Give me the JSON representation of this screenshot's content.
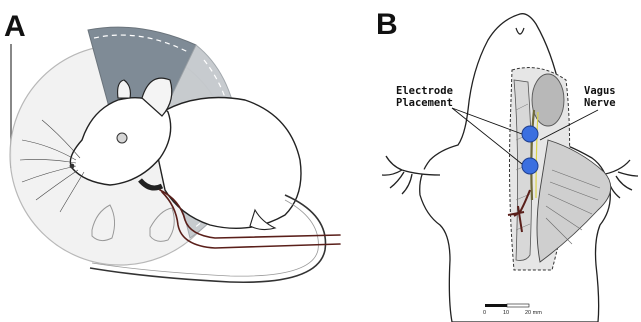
{
  "figure": {
    "panels": [
      {
        "letter": "A"
      },
      {
        "letter": "B"
      }
    ],
    "labels": {
      "electrode_line1": "Electrode",
      "electrode_line2": "Placement",
      "vagus_line1": "Vagus",
      "vagus_line2": "Nerve"
    },
    "scale_bar": {
      "ticks": [
        "0",
        "10",
        "20 mm"
      ]
    },
    "colors": {
      "electrode_blue": "#3b6fe0",
      "wire_brown": "#5a1f1a",
      "cone_dark": "#7f8b96",
      "cone_light": "#c5c9cd",
      "muscle_gray": "#b8b8b8"
    }
  }
}
